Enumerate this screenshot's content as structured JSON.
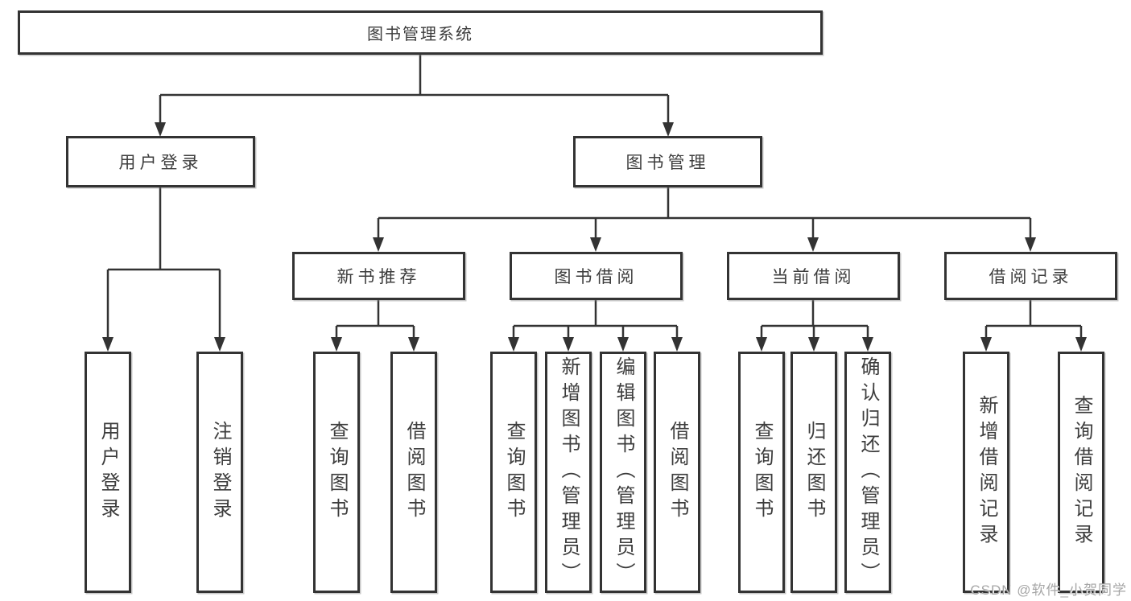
{
  "diagram": {
    "root": "图书管理系统",
    "user_login": {
      "label": "用户登录",
      "children": [
        "用户登录",
        "注销登录"
      ]
    },
    "book_management": {
      "label": "图书管理",
      "sections": [
        {
          "label": "新书推荐",
          "children": [
            "查询图书",
            "借阅图书"
          ]
        },
        {
          "label": "图书借阅",
          "children": [
            "查询图书",
            "新增图书（管理员）",
            "编辑图书（管理员）",
            "借阅图书"
          ]
        },
        {
          "label": "当前借阅",
          "children": [
            "查询图书",
            "归还图书",
            "确认归还（管理员）"
          ]
        },
        {
          "label": "借阅记录",
          "children": [
            "新增借阅记录",
            "查询借阅记录"
          ]
        }
      ]
    },
    "colors": {
      "ink": "#333333",
      "text": "#3d3d3d",
      "background": "#ffffff",
      "watermark": "#a6a6a6"
    }
  },
  "watermark": "CSDN @软件_小贺同学"
}
